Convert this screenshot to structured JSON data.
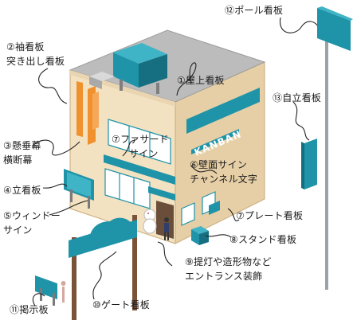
{
  "labels": {
    "l1": [
      "①屋上看板"
    ],
    "l2": [
      "②袖看板",
      "突き出し看板"
    ],
    "l3": [
      "③懸垂幕",
      "横断幕"
    ],
    "l4": [
      "④立看板"
    ],
    "l5": [
      "⑤ウィンドー",
      "サイン"
    ],
    "l6": [
      "⑥壁面サイン",
      "チャンネル文字"
    ],
    "l7a": [
      "⑦ファサード",
      "サイン"
    ],
    "l7b": [
      "⑦プレート看板"
    ],
    "l8": [
      "⑧スタンド看板"
    ],
    "l9": [
      "⑨提灯や造形物など",
      "エントランス装飾"
    ],
    "l10": [
      "⑩ゲート看板"
    ],
    "l11": [
      "⑪掲示板"
    ],
    "l12": [
      "⑫ポール看板"
    ],
    "l13": [
      "⑬自立看板"
    ]
  },
  "wall_sign_text": "KANBAN",
  "colors": {
    "teal": "#1f93a8",
    "teal_dark": "#156f80",
    "teal_light": "#3fb4c6",
    "orange": "#f0912e",
    "wall_front": "#f3e2c2",
    "wall_side": "#e6cfa6",
    "roof": "#b7b7b7",
    "pole": "#7a5238"
  }
}
